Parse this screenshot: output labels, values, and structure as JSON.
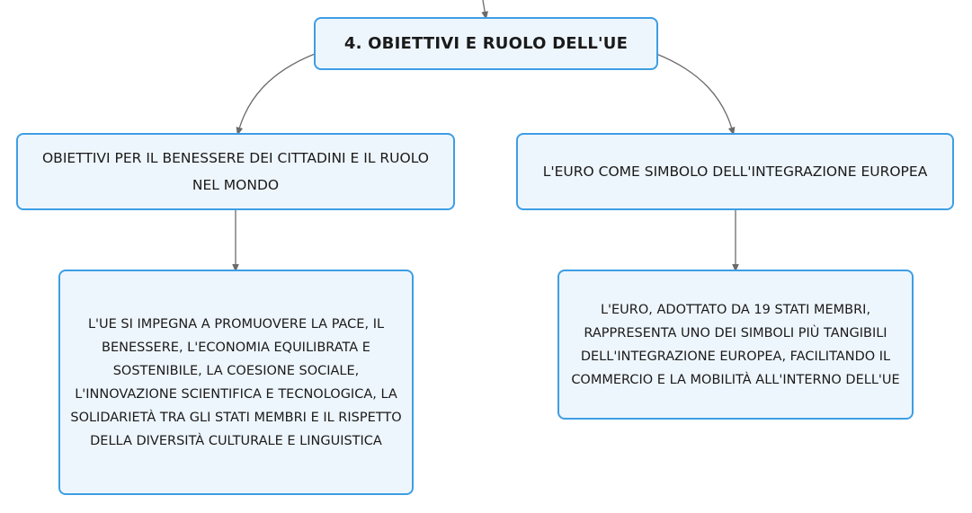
{
  "diagram": {
    "title": "4. OBIETTIVI E RUOLO DELL'UE",
    "left_branch": {
      "label": "OBIETTIVI PER IL BENESSERE DEI CITTADINI E IL RUOLO NEL MONDO",
      "detail": "L'UE SI IMPEGNA A PROMUOVERE LA PACE, IL BENESSERE, L'ECONOMIA EQUILIBRATA E SOSTENIBILE, LA COESIONE SOCIALE, L'INNOVAZIONE SCIENTIFICA E TECNOLOGICA, LA SOLIDARIETÀ TRA GLI STATI MEMBRI E IL RISPETTO DELLA DIVERSITÀ CULTURALE E LINGUISTICA"
    },
    "right_branch": {
      "label": "L'EURO COME SIMBOLO DELL'INTEGRAZIONE EUROPEA",
      "detail": "L'EURO, ADOTTATO DA 19 STATI MEMBRI, RAPPRESENTA UNO DEI SIMBOLI PIÙ TANGIBILI DELL'INTEGRAZIONE EUROPEA, FACILITANDO IL COMMERCIO E LA MOBILITÀ ALL'INTERNO DELL'UE"
    },
    "colors": {
      "node_border": "#3d9ee4",
      "node_fill": "#eef6fd",
      "connector": "#6b6b6b"
    }
  }
}
